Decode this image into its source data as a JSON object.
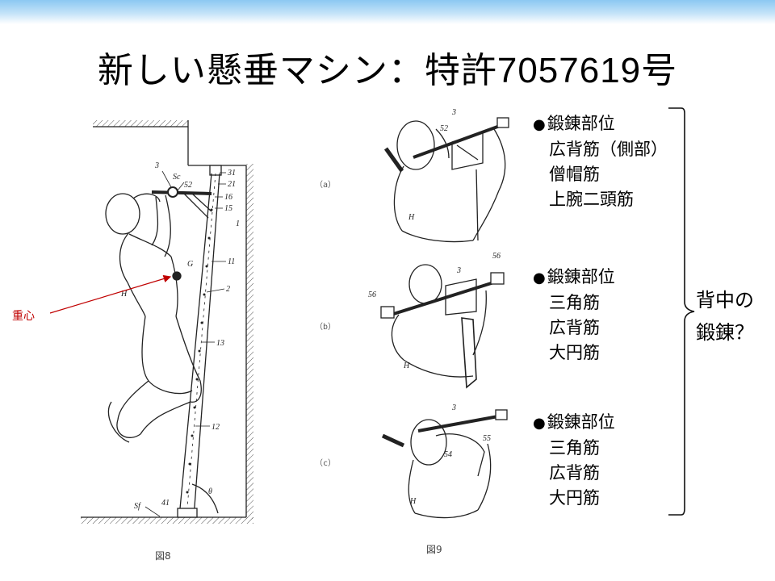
{
  "slide": {
    "title_text": "新しい懸垂マシン：特許",
    "patent_number": "7057619",
    "title_suffix": "号"
  },
  "figures": {
    "fig8_caption": "図8",
    "fig9_caption": "図9",
    "fig9_sub_labels": [
      "（a）",
      "（b）",
      "（c）"
    ],
    "fig8_reference_labels": [
      "3",
      "Sc",
      "52",
      "31",
      "21",
      "16",
      "15",
      "1",
      "11",
      "G",
      "H",
      "2",
      "13",
      "12",
      "Sf",
      "41",
      "θ"
    ],
    "fig9a_reference_labels": [
      "3",
      "52",
      "H"
    ],
    "fig9b_reference_labels": [
      "3",
      "56",
      "56",
      "H"
    ],
    "fig9c_reference_labels": [
      "3",
      "55",
      "54",
      "H"
    ]
  },
  "annotation": {
    "center_of_gravity_label": "重心",
    "pointer_color": "#c00000"
  },
  "muscle_groups": [
    {
      "heading": "鍛錬部位",
      "muscles": [
        "広背筋（側部）",
        "僧帽筋",
        "上腕二頭筋"
      ]
    },
    {
      "heading": "鍛錬部位",
      "muscles": [
        "三角筋",
        "広背筋",
        "大円筋"
      ]
    },
    {
      "heading": "鍛錬部位",
      "muscles": [
        "三角筋",
        "広背筋",
        "大円筋"
      ]
    }
  ],
  "conclusion": {
    "line1": "背中の",
    "line2": "鍛錬？"
  },
  "colors": {
    "header_band": "#8cc8f2",
    "accent_red": "#c00000"
  }
}
